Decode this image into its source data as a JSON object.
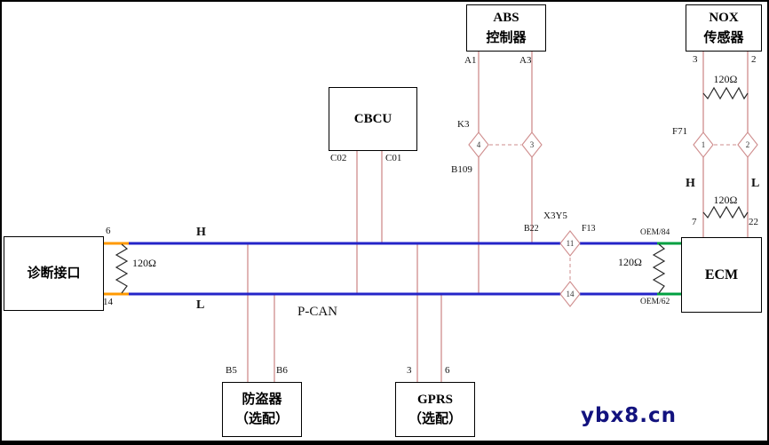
{
  "watermark": "ybx8.cn",
  "bus": {
    "h_label": "H",
    "l_label": "L",
    "name": "P-CAN"
  },
  "diag": {
    "label": "诊断接口",
    "pin_top": "6",
    "pin_bottom": "14",
    "resistor": "120Ω"
  },
  "cbcu": {
    "label": "CBCU",
    "pin_left": "C02",
    "pin_right": "C01"
  },
  "abs": {
    "label_line1": "ABS",
    "label_line2": "控制器",
    "pin_left": "A1",
    "pin_right": "A3",
    "connector": "K3",
    "connector_pin_left": "4",
    "connector_pin_right": "3",
    "wire": "B109"
  },
  "nox": {
    "label_line1": "NOX",
    "label_line2": "传感器",
    "pin_left": "3",
    "pin_right": "2",
    "resistor_top": "120Ω",
    "connector": "F71",
    "connector_pin_left": "1",
    "connector_pin_right": "2",
    "wire_left": "H",
    "wire_right": "L",
    "resistor_bottom": "120Ω",
    "ecm_pin_left": "7",
    "ecm_pin_right": "22"
  },
  "xconn": {
    "label": "X3Y5",
    "wire_left": "B22",
    "wire_right": "F13",
    "pin_top": "11",
    "pin_bottom": "14"
  },
  "ecm": {
    "label": "ECM",
    "pin_top": "OEM/84",
    "pin_bottom": "OEM/62",
    "resistor": "120Ω"
  },
  "theft": {
    "label_line1": "防盗器",
    "label_line2": "（选配）",
    "pin_left": "B5",
    "pin_right": "B6"
  },
  "gprs": {
    "label_line1": "GPRS",
    "label_line2": "（选配）",
    "pin_left": "3",
    "pin_right": "6"
  },
  "colors": {
    "bus": "#2424c8",
    "stub": "#cf8d8d",
    "orange": "#ff9900",
    "green": "#00a040",
    "resistor": "#2a2a2a",
    "pin_number": "#333333"
  }
}
